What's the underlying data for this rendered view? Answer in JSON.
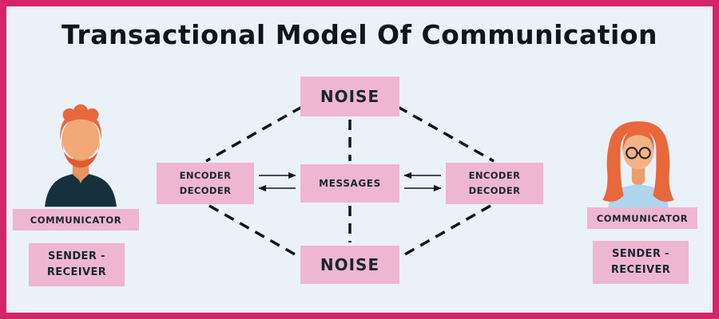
{
  "title": "Transactional Model Of Communication",
  "colors": {
    "border_pink": "#d4246a",
    "background": "#eaf1f9",
    "box_pink": "#efb6d1",
    "text_dark": "#1b2530",
    "line_black": "#10151c",
    "hair_orange": "#e8683c",
    "shirt_navy": "#16303e",
    "shirt_blue": "#aed6ee"
  },
  "center": {
    "noise_top": "NOISE",
    "noise_bottom": "NOISE",
    "messages": "MESSAGES",
    "encoder_left": {
      "line1": "ENCODER",
      "line2": "DECODER"
    },
    "encoder_right": {
      "line1": "ENCODER",
      "line2": "DECODER"
    }
  },
  "left_person": {
    "avatar": "male-communicator-avatar",
    "role": "COMMUNICATOR",
    "sender": {
      "line1": "SENDER -",
      "line2": "RECEIVER"
    }
  },
  "right_person": {
    "avatar": "female-communicator-avatar",
    "role": "COMMUNICATOR",
    "sender": {
      "line1": "SENDER -",
      "line2": "RECEIVER"
    }
  }
}
